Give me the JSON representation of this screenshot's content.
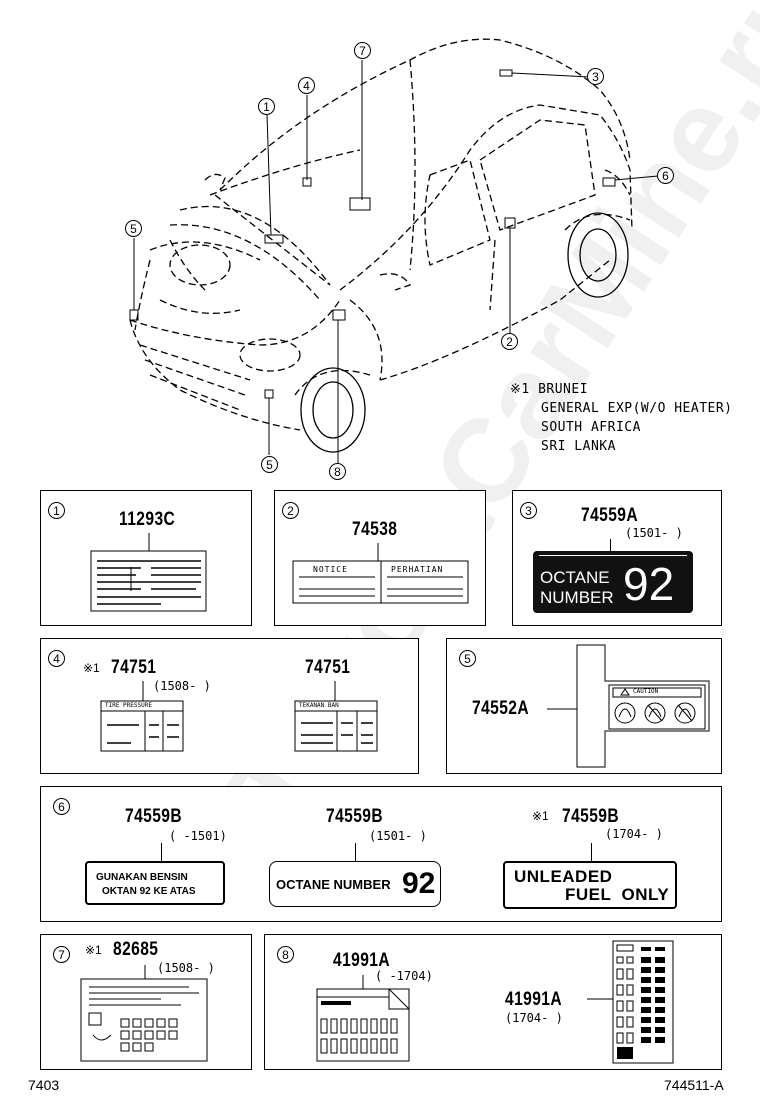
{
  "legend": {
    "mark": "※1",
    "lines": [
      "BRUNEI",
      "GENERAL EXP(W/O HEATER)",
      "SOUTH AFRICA",
      "SRI LANKA"
    ]
  },
  "callouts": {
    "c1": "1",
    "c2": "2",
    "c3": "3",
    "c4": "4",
    "c5a": "5",
    "c5b": "5",
    "c6": "6",
    "c7": "7",
    "c8": "8"
  },
  "panels": {
    "p1": {
      "num": "1",
      "part": "11293C"
    },
    "p2": {
      "num": "2",
      "part": "74538",
      "label_left": "NOTICE",
      "label_right": "PERHATIAN"
    },
    "p3": {
      "num": "3",
      "part": "74559A",
      "date": "(1501-      )",
      "line1": "OCTANE",
      "line2": "NUMBER",
      "big": "92"
    },
    "p4": {
      "num": "4",
      "mark": "※1",
      "part_a": "74751",
      "date_a": "(1508-      )",
      "part_b": "74751",
      "tag_a": "TIRE PRESSURE",
      "tag_b": "TEKANAN BAN"
    },
    "p5": {
      "num": "5",
      "part": "74552A",
      "caution": "CAUTION"
    },
    "p6": {
      "num": "6",
      "part_a": "74559B",
      "date_a": "(      -1501)",
      "text_a1": "GUNAKAN BENSIN",
      "text_a2": "OKTAN 92 KE ATAS",
      "part_b": "74559B",
      "date_b": "(1501-      )",
      "text_b": "OCTANE NUMBER",
      "text_b_big": "92",
      "mark_c": "※1",
      "part_c": "74559B",
      "date_c": "(1704-      )",
      "text_c1": "UNLEADED",
      "text_c2": "FUEL  ONLY"
    },
    "p7": {
      "num": "7",
      "mark": "※1",
      "part": "82685",
      "date": "(1508-      )"
    },
    "p8": {
      "num": "8",
      "part_a": "41991A",
      "date_a": "(      -1704)",
      "part_b": "41991A",
      "date_b": "(1704-      )"
    }
  },
  "footer": {
    "left": "7403",
    "right": "744511-A"
  },
  "watermark": "ToyotaCarMine.ru"
}
